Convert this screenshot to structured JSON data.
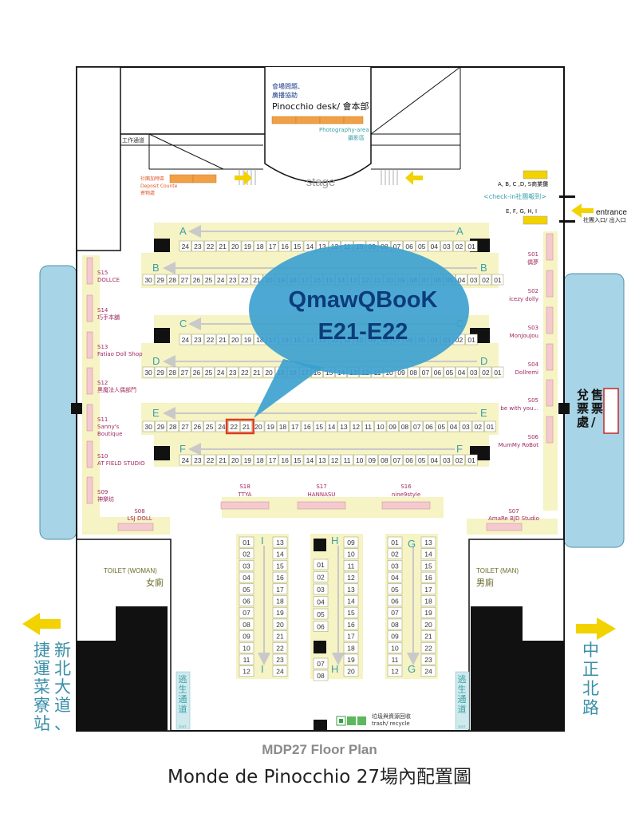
{
  "title": "MDP27 Floor Plan",
  "subtitle": "Monde de Pinocchio 27場內配置圖",
  "callout": {
    "line1": "QmawQBooK",
    "line2": "E21-E22",
    "highlight": [
      "E22",
      "E21"
    ]
  },
  "labels": {
    "staff_passage": "工作通道",
    "help_desk_1": "會場問題、",
    "help_desk_2": "廣播協助",
    "pinocchio_desk": "Pinocchio desk/ 會本部",
    "photo_area": "Photography-area",
    "photo_area_zh": "攝影區",
    "stage": "stage",
    "deposit_1": "社團加時區",
    "deposit_2": "Deposit Counte",
    "deposit_3": "寄物處",
    "dealer_abcd": "A, B, C ,D, S商業攤",
    "dealer_efghi": "E, F, G, H, I",
    "checkin": "<check-in社團報到>",
    "entrance": "entrance",
    "entrance_zh": "社團入口/ 出入口",
    "ticket": "售票/兌票處",
    "toilet_w": "TOILET (WOMAN)",
    "toilet_w_zh": "女廁",
    "toilet_m": "TOILET (MAN)",
    "toilet_m_zh": "男廁",
    "escape": "逃生通道",
    "exit": "EXIT",
    "trash_zh": "垃圾與資源回收",
    "trash": "trash/ recycle",
    "left_road": "新北大道、捷運菜寮站",
    "right_road": "中正北路"
  },
  "rows": {
    "A": [
      "24",
      "23",
      "22",
      "21",
      "20",
      "19",
      "18",
      "17",
      "16",
      "15",
      "14",
      "13",
      "12",
      "11",
      "10",
      "09",
      "08",
      "07",
      "06",
      "05",
      "04",
      "03",
      "02",
      "01"
    ],
    "B": [
      "30",
      "29",
      "28",
      "27",
      "26",
      "25",
      "24",
      "23",
      "22",
      "21",
      "20",
      "19",
      "18",
      "17",
      "16",
      "15",
      "14",
      "13",
      "12",
      "11",
      "10",
      "09",
      "08",
      "07",
      "06",
      "05",
      "04",
      "03",
      "02",
      "01"
    ],
    "C": [
      "24",
      "23",
      "22",
      "21",
      "20",
      "19",
      "18",
      "17",
      "16",
      "15",
      "14",
      "13",
      "12",
      "11",
      "10",
      "09",
      "08",
      "07",
      "06",
      "05",
      "04",
      "03",
      "02",
      "01"
    ],
    "D": [
      "30",
      "29",
      "28",
      "27",
      "26",
      "25",
      "24",
      "23",
      "22",
      "21",
      "20",
      "19",
      "18",
      "17",
      "16",
      "15",
      "14",
      "13",
      "12",
      "11",
      "10",
      "09",
      "08",
      "07",
      "06",
      "05",
      "04",
      "03",
      "02",
      "01"
    ],
    "E": [
      "30",
      "29",
      "28",
      "27",
      "26",
      "25",
      "24",
      "22",
      "21",
      "20",
      "19",
      "18",
      "17",
      "16",
      "15",
      "14",
      "13",
      "12",
      "11",
      "10",
      "09",
      "08",
      "07",
      "06",
      "05",
      "04",
      "03",
      "02",
      "01"
    ],
    "F": [
      "24",
      "23",
      "22",
      "21",
      "20",
      "19",
      "18",
      "17",
      "16",
      "15",
      "14",
      "13",
      "12",
      "11",
      "10",
      "09",
      "08",
      "07",
      "06",
      "05",
      "04",
      "03",
      "02",
      "01"
    ]
  },
  "columns": {
    "I_left": [
      "01",
      "02",
      "03",
      "04",
      "05",
      "06",
      "07",
      "08",
      "09",
      "10",
      "11",
      "12"
    ],
    "I_right": [
      "13",
      "14",
      "15",
      "16",
      "17",
      "18",
      "19",
      "20",
      "21",
      "22",
      "23",
      "24"
    ],
    "H_left": [
      "01",
      "02",
      "03",
      "04",
      "05",
      "06"
    ],
    "H_left2": [
      "07",
      "08"
    ],
    "H_right": [
      "09",
      "10",
      "11",
      "12",
      "13",
      "14",
      "15",
      "16",
      "17",
      "18",
      "19",
      "20"
    ],
    "G_left": [
      "01",
      "02",
      "03",
      "04",
      "05",
      "06",
      "07",
      "08",
      "09",
      "10",
      "11",
      "12"
    ],
    "G_right": [
      "13",
      "14",
      "15",
      "16",
      "17",
      "18",
      "19",
      "20",
      "21",
      "22",
      "23",
      "24"
    ]
  },
  "special_left": [
    {
      "code": "S15",
      "name": "DOLLCE"
    },
    {
      "code": "S14",
      "name": "巧手本舖"
    },
    {
      "code": "S13",
      "name": "Fatiao Doll Shop"
    },
    {
      "code": "S12",
      "name": "黑魔法人偶部門"
    },
    {
      "code": "S11",
      "name": "Sanny's",
      "name2": "Boutique"
    },
    {
      "code": "S10",
      "name": "AT FIELD STUDIO"
    },
    {
      "code": "S09",
      "name": "神樂坊"
    },
    {
      "code": "S08",
      "name": "LSJ DOLL"
    }
  ],
  "special_right": [
    {
      "code": "S01",
      "name": "偶夢"
    },
    {
      "code": "S02",
      "name": "icezy dolly"
    },
    {
      "code": "S03",
      "name": "MonJouJou"
    },
    {
      "code": "S04",
      "name": "Dollremi"
    },
    {
      "code": "S05",
      "name": "be with you..."
    },
    {
      "code": "S06",
      "name": "MumMy RoBot"
    },
    {
      "code": "S07",
      "name": "AmaRe BJD Studio"
    }
  ],
  "special_mid": [
    {
      "code": "S18",
      "name": "TTYA"
    },
    {
      "code": "S17",
      "name": "HANNASU"
    },
    {
      "code": "S16",
      "name": "nine9style"
    }
  ],
  "colors": {
    "table": "#f6f3c4",
    "cell": "#ffffff",
    "pink": "#f4c9cf",
    "orange": "#f2a046",
    "teal": "#3aa1a9",
    "callout": "#3aa0cf",
    "callout_text": "#0c3c7a",
    "highlight": "#e03a22",
    "street": "#a7d4e6",
    "yellow": "#f2d200",
    "magenta": "#a0295f"
  }
}
